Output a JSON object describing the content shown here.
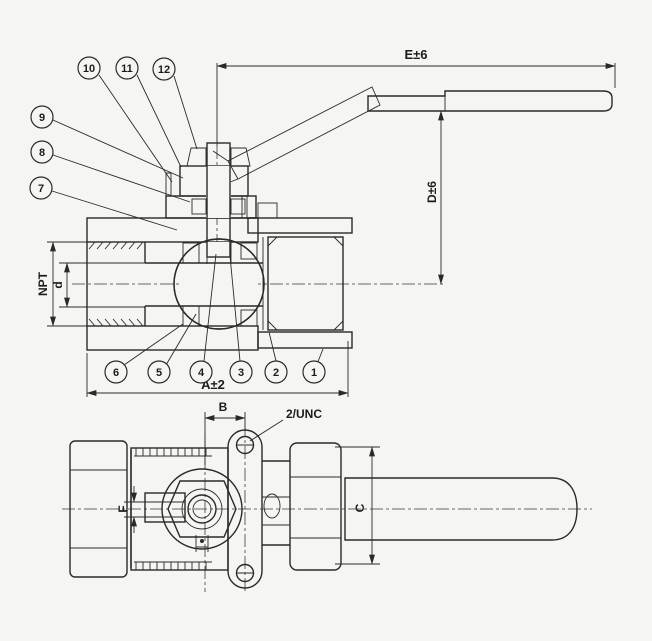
{
  "drawing": {
    "colors": {
      "background": "#f5f5f1",
      "line": "#2a2a2a"
    },
    "dim_labels": {
      "e": "E±6",
      "d_vertical": "D±6",
      "a": "A±2",
      "npt": "NPT",
      "bore": "d",
      "b": "B",
      "unc": "2/UNC",
      "f": "F",
      "c": "C"
    },
    "callouts": [
      "1",
      "2",
      "3",
      "4",
      "5",
      "6",
      "7",
      "8",
      "9",
      "10",
      "11",
      "12"
    ]
  }
}
